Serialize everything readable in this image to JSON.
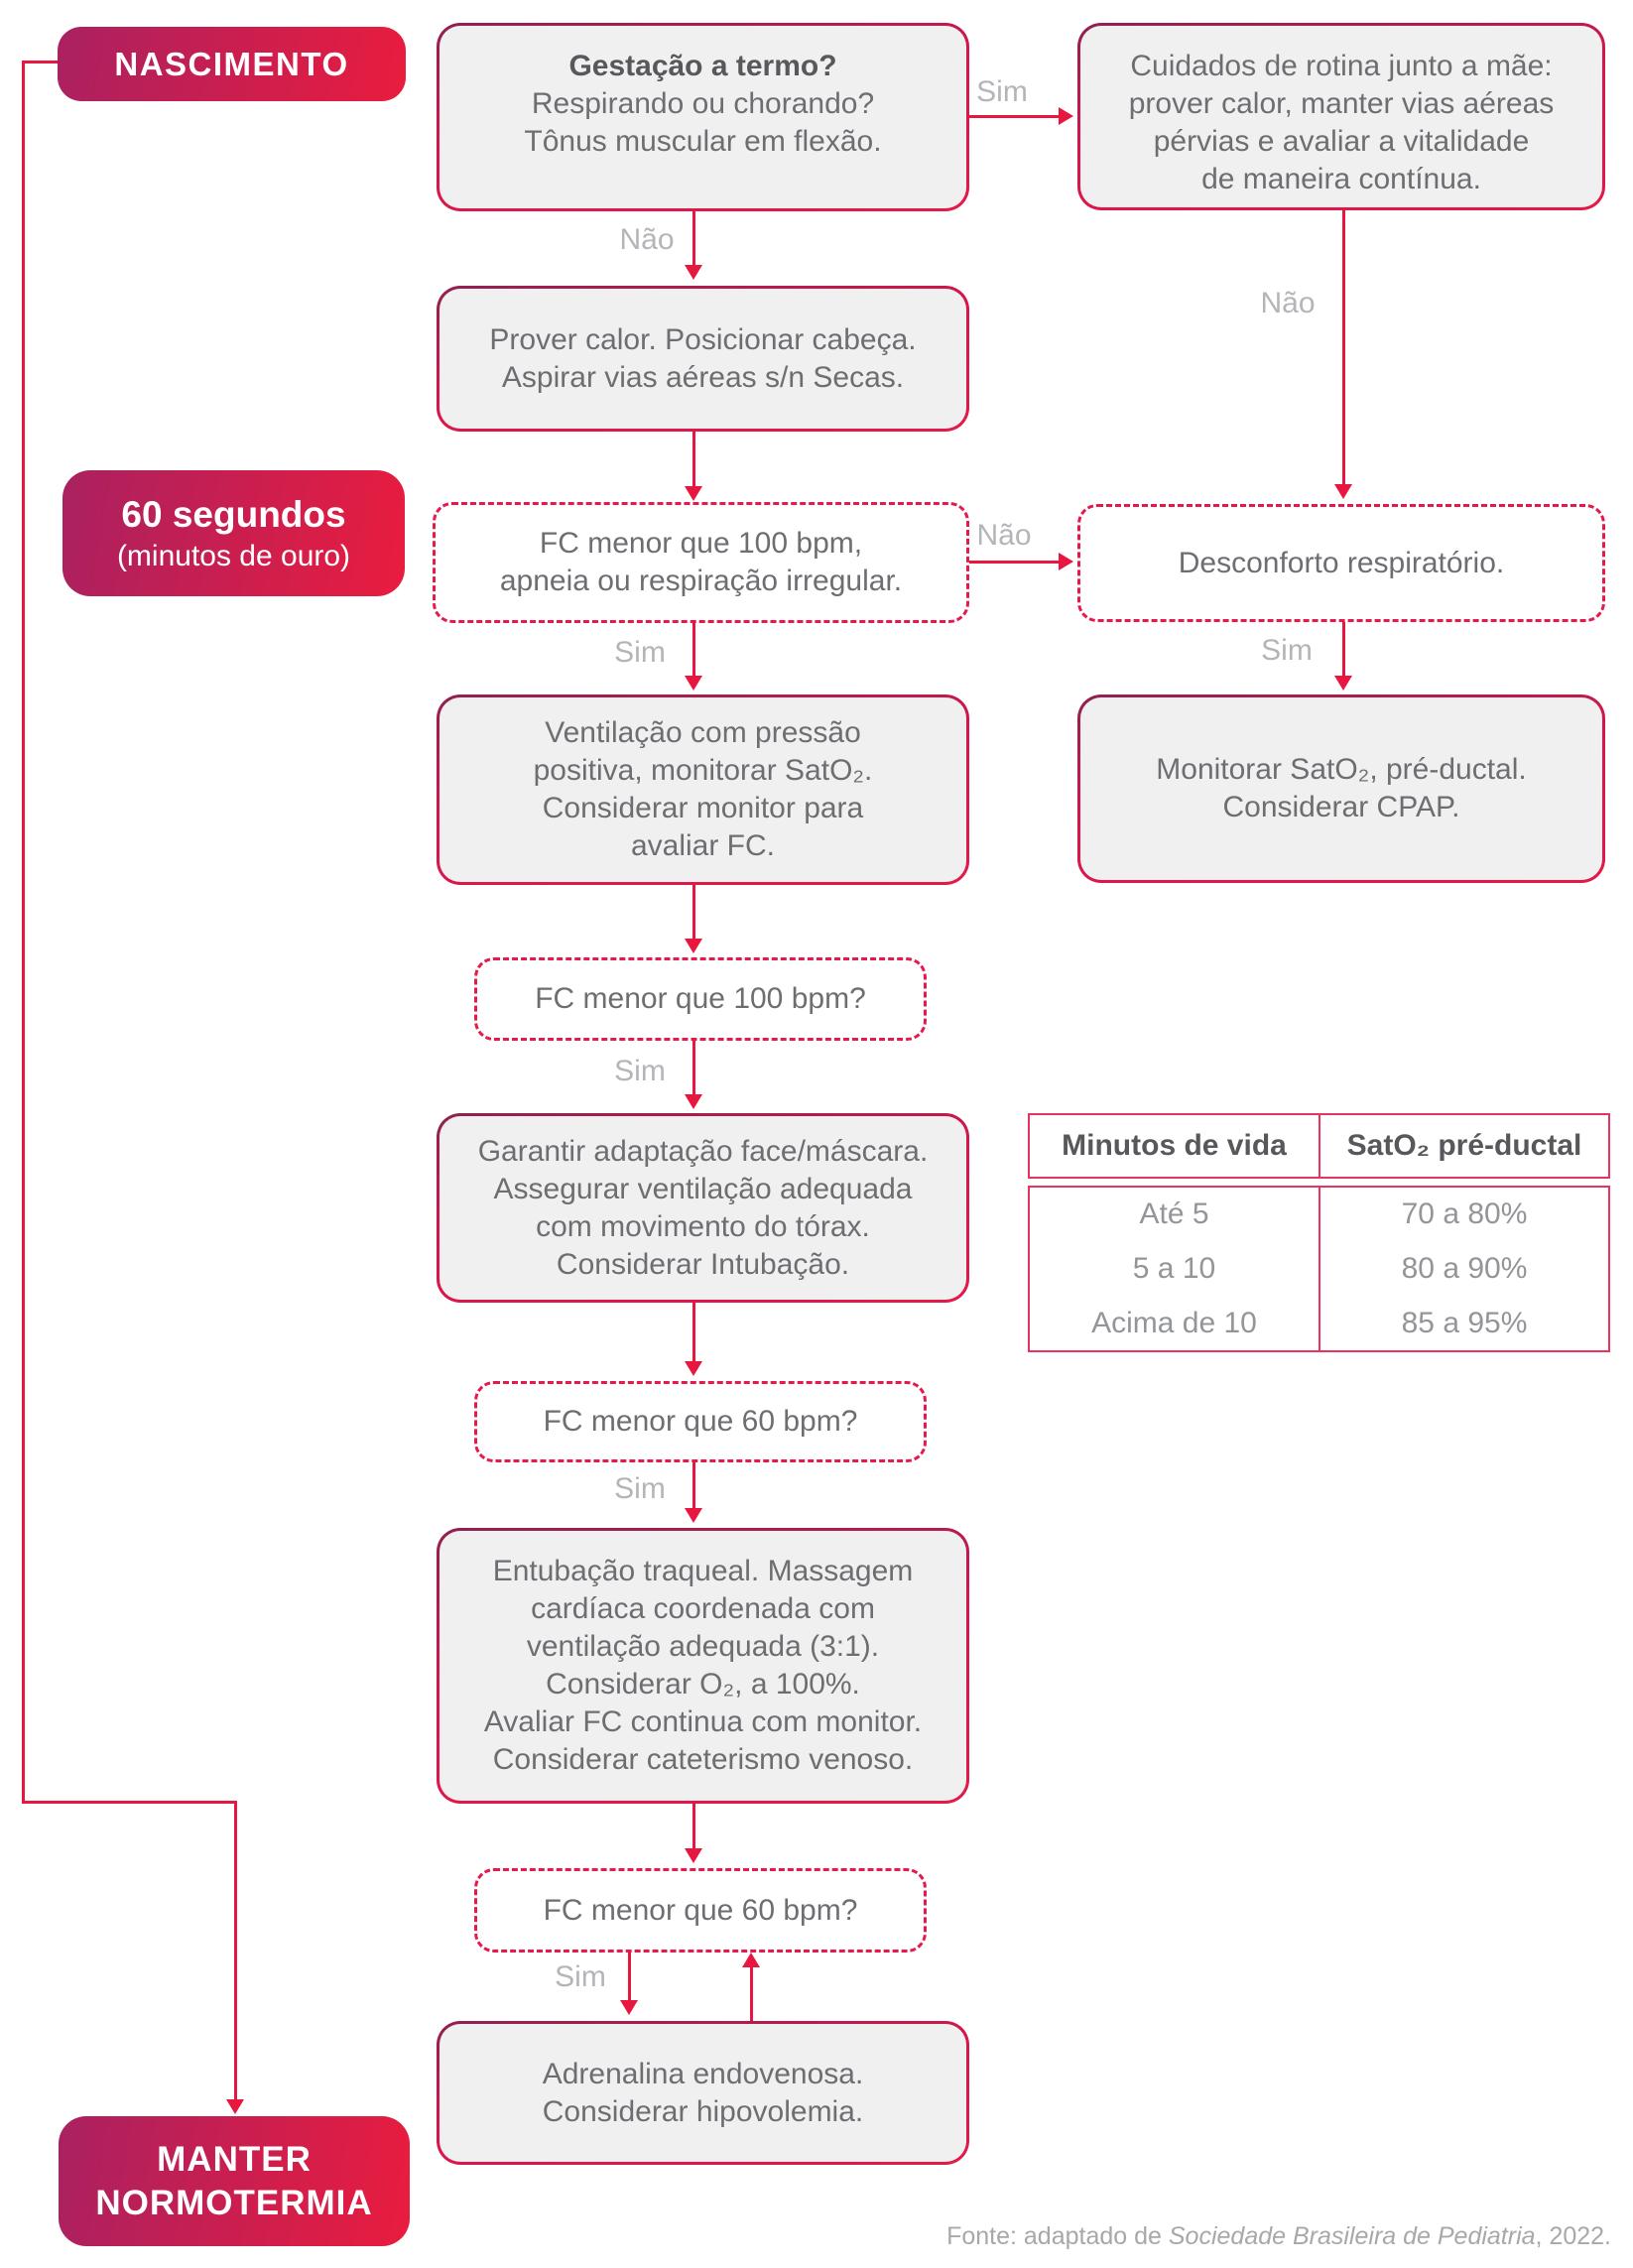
{
  "badges": {
    "nascimento": "NASCIMENTO",
    "sixty_title": "60 segundos",
    "sixty_subtitle": "(minutos de ouro)",
    "manter_line1": "MANTER",
    "manter_line2": "NORMOTERMIA"
  },
  "boxes": {
    "gestacao": {
      "title": "Gestação a termo?",
      "lines": [
        "Respirando ou chorando?",
        "Tônus muscular em flexão."
      ]
    },
    "cuidados": {
      "lines": [
        "Cuidados de rotina junto a mãe:",
        "prover calor, manter vias aéreas",
        "pérvias e avaliar a vitalidade",
        "de maneira contínua."
      ]
    },
    "prover": {
      "lines": [
        "Prover calor. Posicionar cabeça.",
        "Aspirar vias aéreas s/n Secas."
      ]
    },
    "fc100_irregular": {
      "lines": [
        "FC menor que 100 bpm,",
        "apneia ou respiração irregular."
      ]
    },
    "desconforto": {
      "lines": [
        "Desconforto respiratório."
      ]
    },
    "ventilacao": {
      "lines": [
        "Ventilação com pressão",
        "positiva, monitorar SatO₂.",
        "Considerar monitor para",
        "avaliar FC."
      ]
    },
    "monitorar": {
      "lines": [
        "Monitorar SatO₂, pré-ductal.",
        "Considerar CPAP."
      ]
    },
    "fc100_question": {
      "lines": [
        "FC menor que 100 bpm?"
      ]
    },
    "garantir": {
      "lines": [
        "Garantir adaptação face/máscara.",
        "Assegurar ventilação adequada",
        "com movimento do tórax.",
        "Considerar Intubação."
      ]
    },
    "fc60_a": {
      "lines": [
        "FC menor que 60 bpm?"
      ]
    },
    "entubacao": {
      "lines": [
        "Entubação traqueal. Massagem",
        "cardíaca coordenada com",
        "ventilação adequada (3:1).",
        "Considerar O₂, a 100%.",
        "Avaliar FC continua com monitor.",
        "Considerar cateterismo venoso."
      ]
    },
    "fc60_b": {
      "lines": [
        "FC menor que 60 bpm?"
      ]
    },
    "adrenalina": {
      "lines": [
        "Adrenalina endovenosa.",
        "Considerar hipovolemia."
      ]
    }
  },
  "connectors": {
    "sim_gestacao": "Sim",
    "nao_gestacao": "Não",
    "nao_cuidados": "Não",
    "nao_fc100": "Não",
    "sim_fc100irr": "Sim",
    "sim_desconforto": "Sim",
    "sim_fc100q": "Sim",
    "sim_fc60a": "Sim",
    "sim_fc60b": "Sim"
  },
  "table": {
    "headers": [
      "Minutos de vida",
      "SatO₂ pré-ductal"
    ],
    "rows": [
      [
        "Até 5",
        "70 a 80%"
      ],
      [
        "5 a 10",
        "80 a 90%"
      ],
      [
        "Acima de 10",
        "85 a 95%"
      ]
    ]
  },
  "footer": {
    "prefix": "Fonte: adaptado de ",
    "source": "Sociedade Brasileira de Pediatria",
    "suffix": ", 2022."
  },
  "colors": {
    "accent_red": "#e8173f",
    "badge_gradient_start": "#aa2161",
    "badge_gradient_end": "#e91c3e",
    "box_border_top": "#8f2150",
    "box_border": "#d6164b",
    "box_fill": "#f0f0f1",
    "dashed_border": "#e6194b",
    "table_border": "#e8335f",
    "text_gray": "#6d6e71",
    "title_gray": "#57585b",
    "label_gray": "#b3b5b8",
    "footer_gray": "#a6a8ab"
  }
}
